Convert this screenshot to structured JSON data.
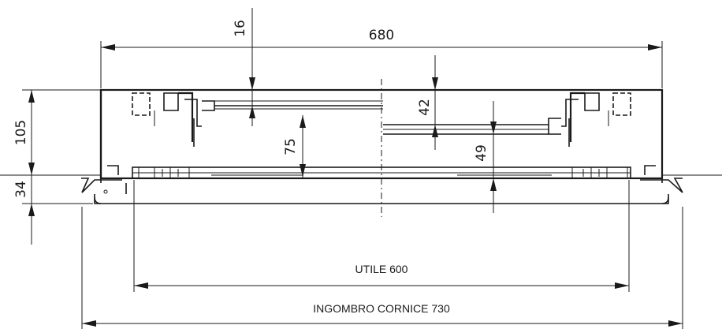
{
  "dimensions": {
    "total_width": "680",
    "top_gap": "16",
    "slot_depth": "42",
    "inner_height": "75",
    "inner_depth": "49",
    "total_height": "105",
    "frame_height": "34",
    "useful_width": "UTILE 600",
    "frame_width": "INGOMBRO CORNICE 730"
  }
}
